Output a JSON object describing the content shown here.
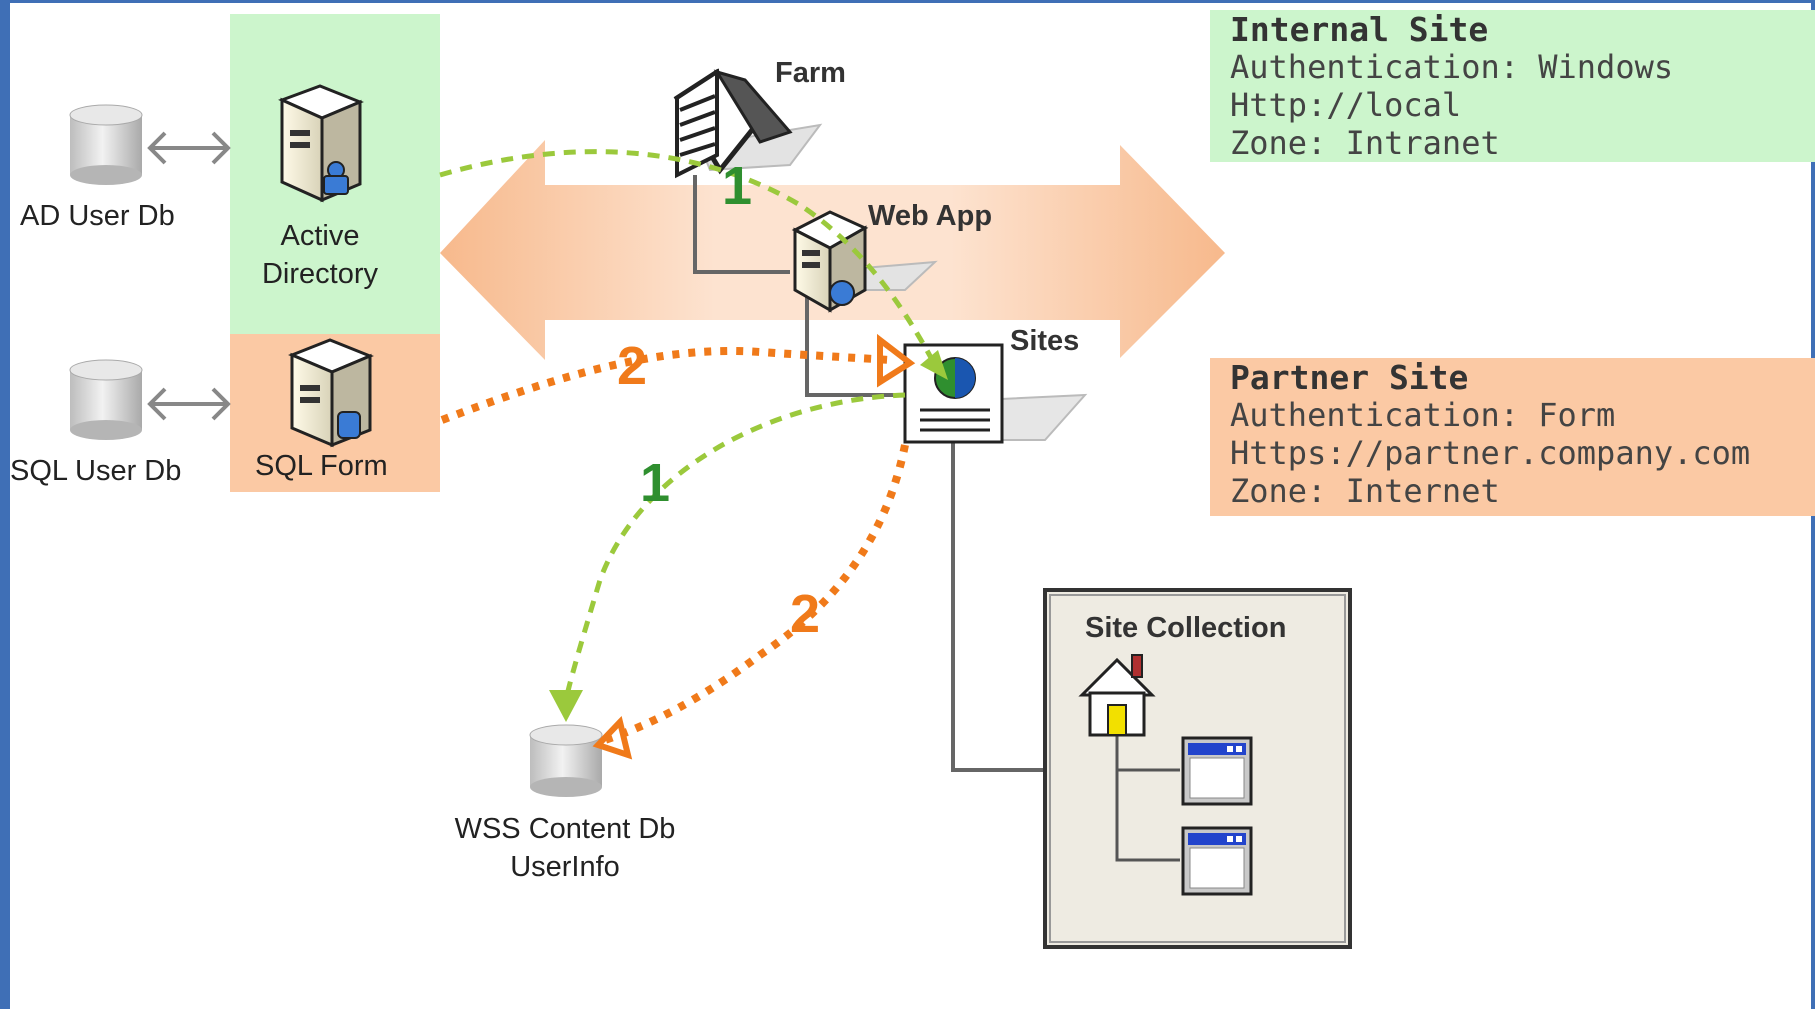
{
  "internal_site": {
    "title": "Internal Site",
    "authentication": "Authentication: Windows",
    "url": "Http://local",
    "zone": "Zone: Intranet"
  },
  "partner_site": {
    "title": "Partner Site",
    "authentication": "Authentication: Form",
    "url": "Https://partner.company.com",
    "zone": "Zone: Internet"
  },
  "nodes": {
    "ad_user_db": "AD User Db",
    "active_directory_line1": "Active",
    "active_directory_line2": "Directory",
    "sql_user_db": "SQL User Db",
    "sql_form": "SQL Form",
    "farm": "Farm",
    "web_app": "Web App",
    "sites": "Sites",
    "site_collection": "Site Collection",
    "wss_content_db_line1": "WSS Content Db",
    "wss_content_db_line2": "UserInfo"
  },
  "flows": {
    "windows_step_label": "1",
    "form_step_label": "2"
  },
  "colors": {
    "windows_flow": "#9bc93c",
    "form_flow": "#f07a1a",
    "step1_text": "#2f8f2f",
    "step2_text": "#f07a1a",
    "internal_bg": "#ccf5cc",
    "partner_bg": "#fbc9a4",
    "frame": "#3f6fb6"
  }
}
